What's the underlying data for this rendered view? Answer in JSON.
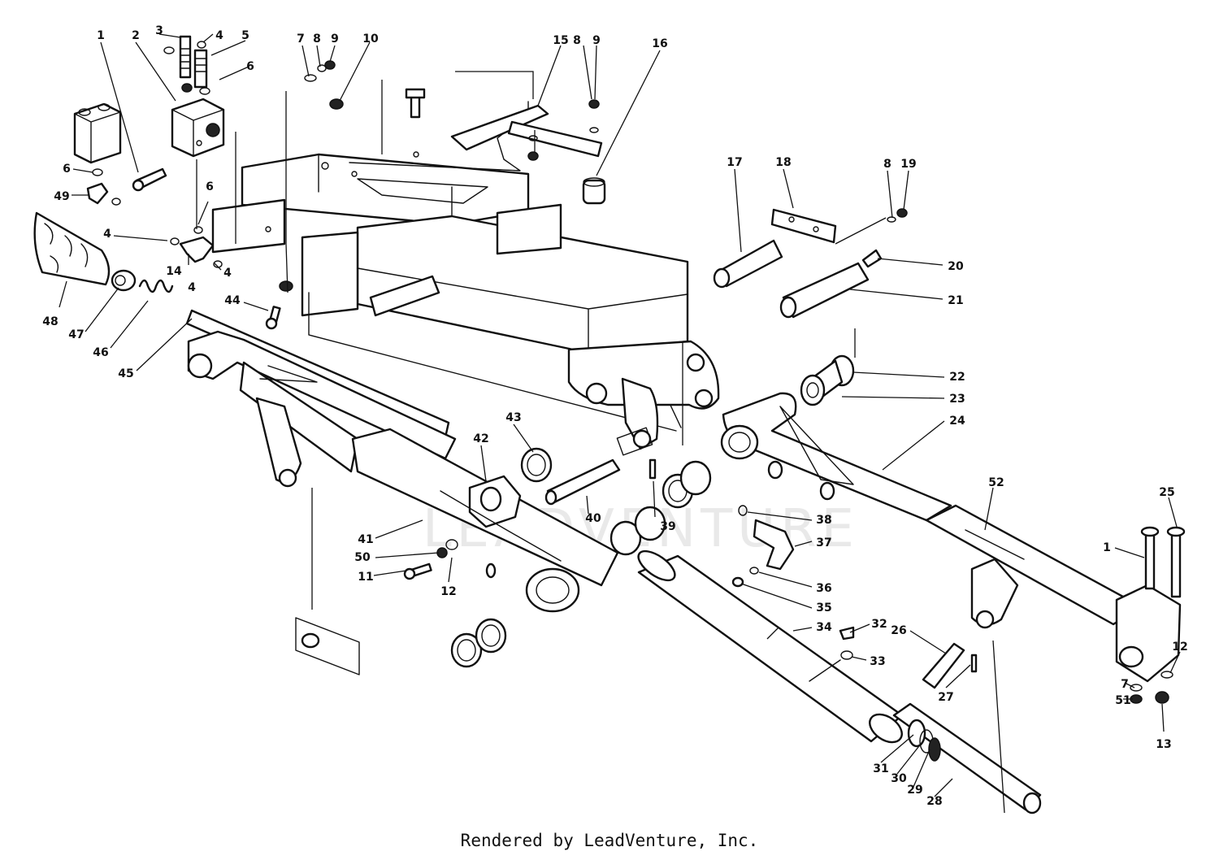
{
  "footer": {
    "credit": "Rendered by LeadVenture, Inc."
  },
  "watermark": {
    "text": "LEADVENTURE"
  },
  "callouts": [
    {
      "id": "c1a",
      "label": "1"
    },
    {
      "id": "c2",
      "label": "2"
    },
    {
      "id": "c3",
      "label": "3"
    },
    {
      "id": "c4a",
      "label": "4"
    },
    {
      "id": "c5",
      "label": "5"
    },
    {
      "id": "c6a",
      "label": "6"
    },
    {
      "id": "c6b",
      "label": "6"
    },
    {
      "id": "c6c",
      "label": "6"
    },
    {
      "id": "c49",
      "label": "49"
    },
    {
      "id": "c4b",
      "label": "4"
    },
    {
      "id": "c4c",
      "label": "4"
    },
    {
      "id": "c4d",
      "label": "4"
    },
    {
      "id": "c14",
      "label": "14"
    },
    {
      "id": "c48",
      "label": "48"
    },
    {
      "id": "c47",
      "label": "47"
    },
    {
      "id": "c46",
      "label": "46"
    },
    {
      "id": "c45",
      "label": "45"
    },
    {
      "id": "c44",
      "label": "44"
    },
    {
      "id": "c7a",
      "label": "7"
    },
    {
      "id": "c8a",
      "label": "8"
    },
    {
      "id": "c9a",
      "label": "9"
    },
    {
      "id": "c10",
      "label": "10"
    },
    {
      "id": "c15",
      "label": "15"
    },
    {
      "id": "c8b",
      "label": "8"
    },
    {
      "id": "c9b",
      "label": "9"
    },
    {
      "id": "c16",
      "label": "16"
    },
    {
      "id": "c17",
      "label": "17"
    },
    {
      "id": "c18",
      "label": "18"
    },
    {
      "id": "c8c",
      "label": "8"
    },
    {
      "id": "c19",
      "label": "19"
    },
    {
      "id": "c20",
      "label": "20"
    },
    {
      "id": "c21",
      "label": "21"
    },
    {
      "id": "c22",
      "label": "22"
    },
    {
      "id": "c23",
      "label": "23"
    },
    {
      "id": "c24",
      "label": "24"
    },
    {
      "id": "c52",
      "label": "52"
    },
    {
      "id": "c25",
      "label": "25"
    },
    {
      "id": "c1b",
      "label": "1"
    },
    {
      "id": "c12a",
      "label": "12"
    },
    {
      "id": "c7b",
      "label": "7"
    },
    {
      "id": "c51",
      "label": "51"
    },
    {
      "id": "c13",
      "label": "13"
    },
    {
      "id": "c43",
      "label": "43"
    },
    {
      "id": "c42",
      "label": "42"
    },
    {
      "id": "c40",
      "label": "40"
    },
    {
      "id": "c39",
      "label": "39"
    },
    {
      "id": "c38",
      "label": "38"
    },
    {
      "id": "c37",
      "label": "37"
    },
    {
      "id": "c36",
      "label": "36"
    },
    {
      "id": "c35",
      "label": "35"
    },
    {
      "id": "c34",
      "label": "34"
    },
    {
      "id": "c32",
      "label": "32"
    },
    {
      "id": "c33",
      "label": "33"
    },
    {
      "id": "c26",
      "label": "26"
    },
    {
      "id": "c27",
      "label": "27"
    },
    {
      "id": "c41",
      "label": "41"
    },
    {
      "id": "c50",
      "label": "50"
    },
    {
      "id": "c11",
      "label": "11"
    },
    {
      "id": "c12b",
      "label": "12"
    },
    {
      "id": "c31",
      "label": "31"
    },
    {
      "id": "c30",
      "label": "30"
    },
    {
      "id": "c29",
      "label": "29"
    },
    {
      "id": "c28",
      "label": "28"
    }
  ]
}
